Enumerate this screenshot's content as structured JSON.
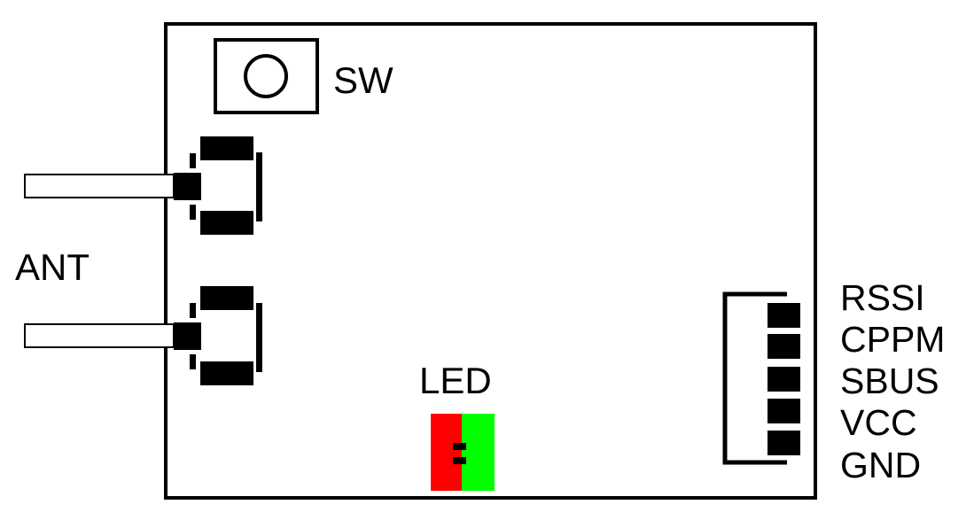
{
  "labels": {
    "switch": "SW",
    "antenna": "ANT",
    "led": "LED"
  },
  "pins": [
    "RSSI",
    "CPPM",
    "SBUS",
    "VCC",
    "GND"
  ],
  "colors": {
    "outline": "#000000",
    "background": "#ffffff",
    "led_red": "#ff0000",
    "led_green": "#00ff00"
  }
}
